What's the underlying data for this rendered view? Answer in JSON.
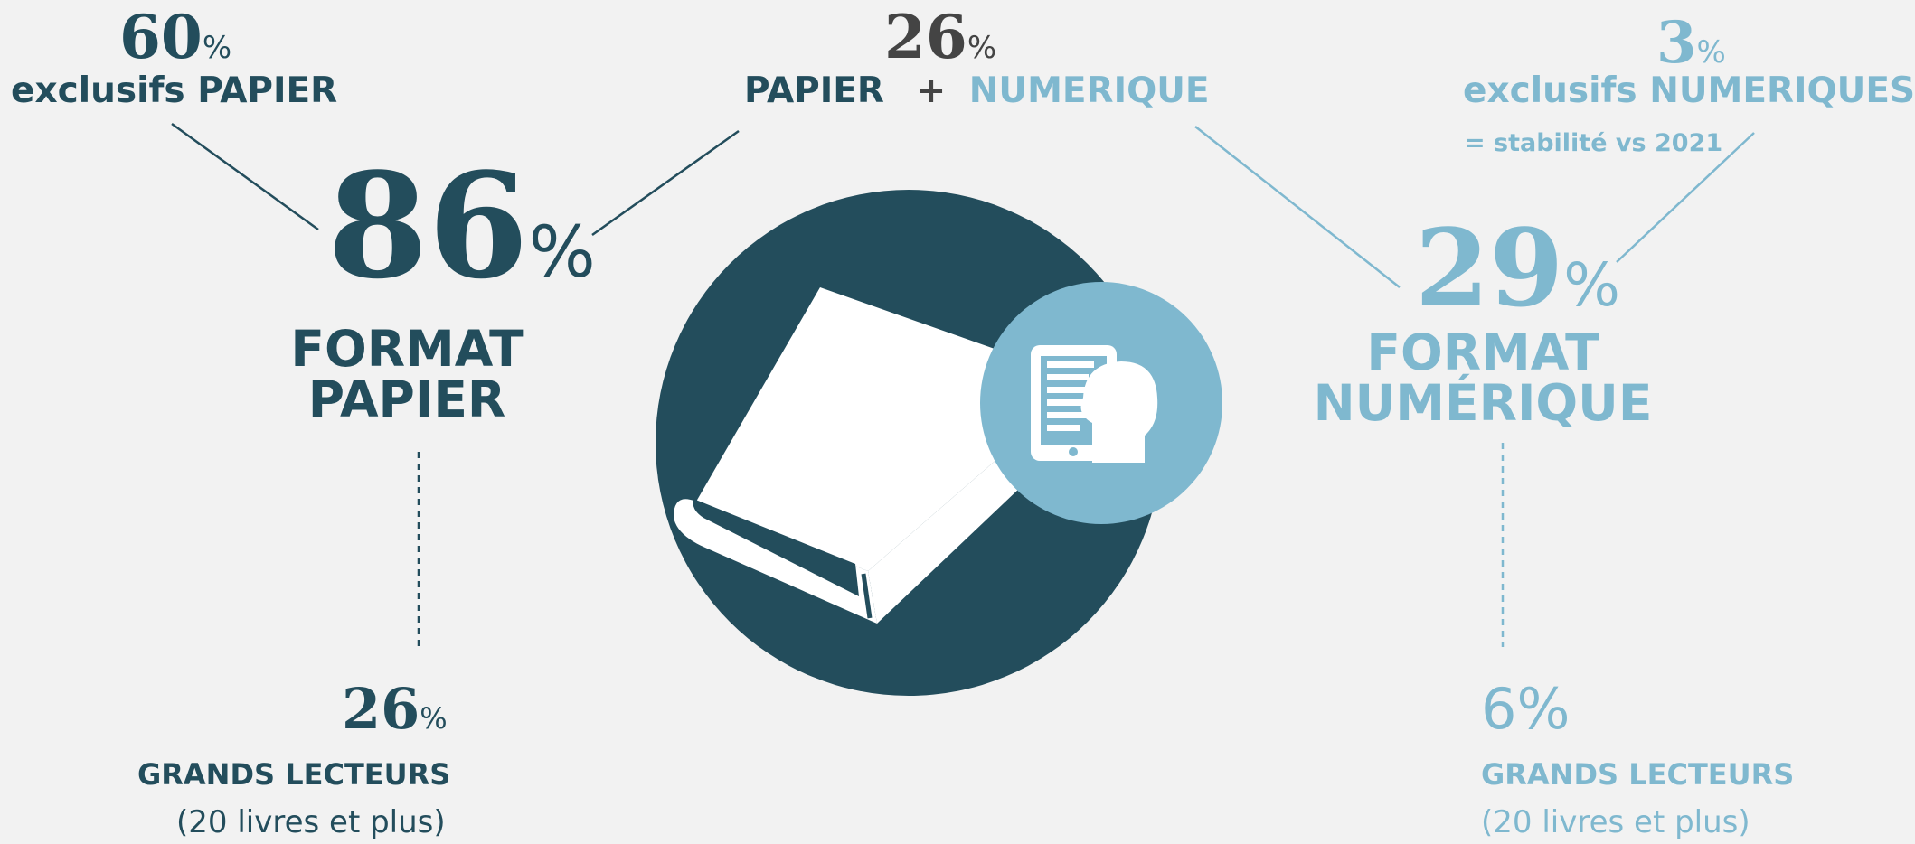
{
  "paper_exclusive": {
    "value": "60",
    "unit": "%",
    "label": "exclusifs PAPIER"
  },
  "both": {
    "value": "26",
    "unit": "%",
    "label_paper": "PAPIER",
    "plus": "+",
    "label_digital": "NUMERIQUE"
  },
  "digital_exclusive": {
    "value": "3",
    "unit": "%",
    "label": "exclusifs NUMERIQUES",
    "note": "= stabilité vs 2021"
  },
  "paper_format": {
    "value": "86",
    "unit": "%",
    "line1": "FORMAT",
    "line2": "PAPIER"
  },
  "digital_format": {
    "value": "29",
    "unit": "%",
    "line1": "FORMAT",
    "line2": "NUMÉRIQUE"
  },
  "paper_big_readers": {
    "value": "26",
    "unit": "%",
    "label": "GRANDS LECTEURS",
    "sub": "(20 livres et plus)"
  },
  "digital_big_readers": {
    "value": "6%",
    "label": "GRANDS LECTEURS",
    "sub": "(20 livres et plus)"
  },
  "colors": {
    "dark": "#234d5c",
    "light": "#7fb8cf",
    "background": "#f2f2f2"
  },
  "icons": {
    "main": "book-icon",
    "secondary": "tablet-reader-icon"
  }
}
